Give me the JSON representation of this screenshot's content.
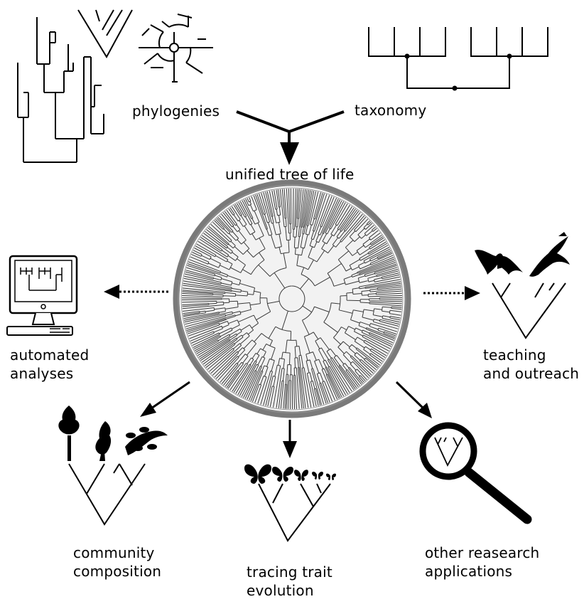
{
  "labels": {
    "phylogenies": "phylogenies",
    "taxonomy": "taxonomy",
    "unified": "unified tree of life",
    "automated": [
      "automated",
      "analyses"
    ],
    "teaching": [
      "teaching",
      "and outreach"
    ],
    "community": [
      "community",
      "composition"
    ],
    "tracing": [
      "tracing trait",
      "evolution"
    ],
    "other": [
      "other reasearch",
      "applications"
    ]
  },
  "icons": {
    "inputs": [
      "phylogram-icon",
      "cladogram-icon",
      "circular-tree-icon",
      "taxonomy-tree-icon"
    ],
    "outputs": [
      "computer-icon",
      "bat-icon",
      "bird-icon",
      "tree-silhouette-icon",
      "shrub-icon",
      "leafy-branch-icon",
      "butterfly-icon",
      "magnifying-glass-icon"
    ]
  },
  "colors": {
    "ink": "#000000",
    "tree_ring": "#7a7a7a",
    "tree_branches": "#3a3a3a"
  }
}
